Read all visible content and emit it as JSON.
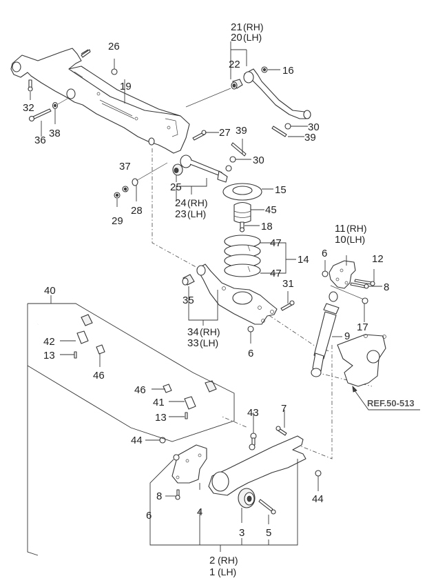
{
  "diagram": {
    "title": "Rear Suspension Exploded View",
    "reference": "REF.50-513",
    "callouts": {
      "c1": "1",
      "c2": "2",
      "c3": "3",
      "c4": "4",
      "c5": "5",
      "c6a": "6",
      "c6b": "6",
      "c6c": "6",
      "c7": "7",
      "c8a": "8",
      "c8b": "8",
      "c9": "9",
      "c10": "10",
      "c11": "11",
      "c12": "12",
      "c13a": "13",
      "c13b": "13",
      "c14": "14",
      "c15": "15",
      "c16": "16",
      "c17": "17",
      "c18": "18",
      "c19": "19",
      "c20": "20",
      "c21": "21",
      "c22": "22",
      "c23": "23",
      "c24": "24",
      "c25": "25",
      "c26": "26",
      "c27": "27",
      "c28": "28",
      "c29": "29",
      "c30a": "30",
      "c30b": "30",
      "c31": "31",
      "c32": "32",
      "c33": "33",
      "c34": "34",
      "c35": "35",
      "c36": "36",
      "c37": "37",
      "c38": "38",
      "c39a": "39",
      "c39b": "39",
      "c40": "40",
      "c41": "41",
      "c42": "42",
      "c43": "43",
      "c44a": "44",
      "c44b": "44",
      "c45": "45",
      "c46a": "46",
      "c46b": "46",
      "c47a": "47",
      "c47b": "47"
    },
    "side": {
      "rh": "(RH)",
      "lh": "(LH)"
    }
  }
}
